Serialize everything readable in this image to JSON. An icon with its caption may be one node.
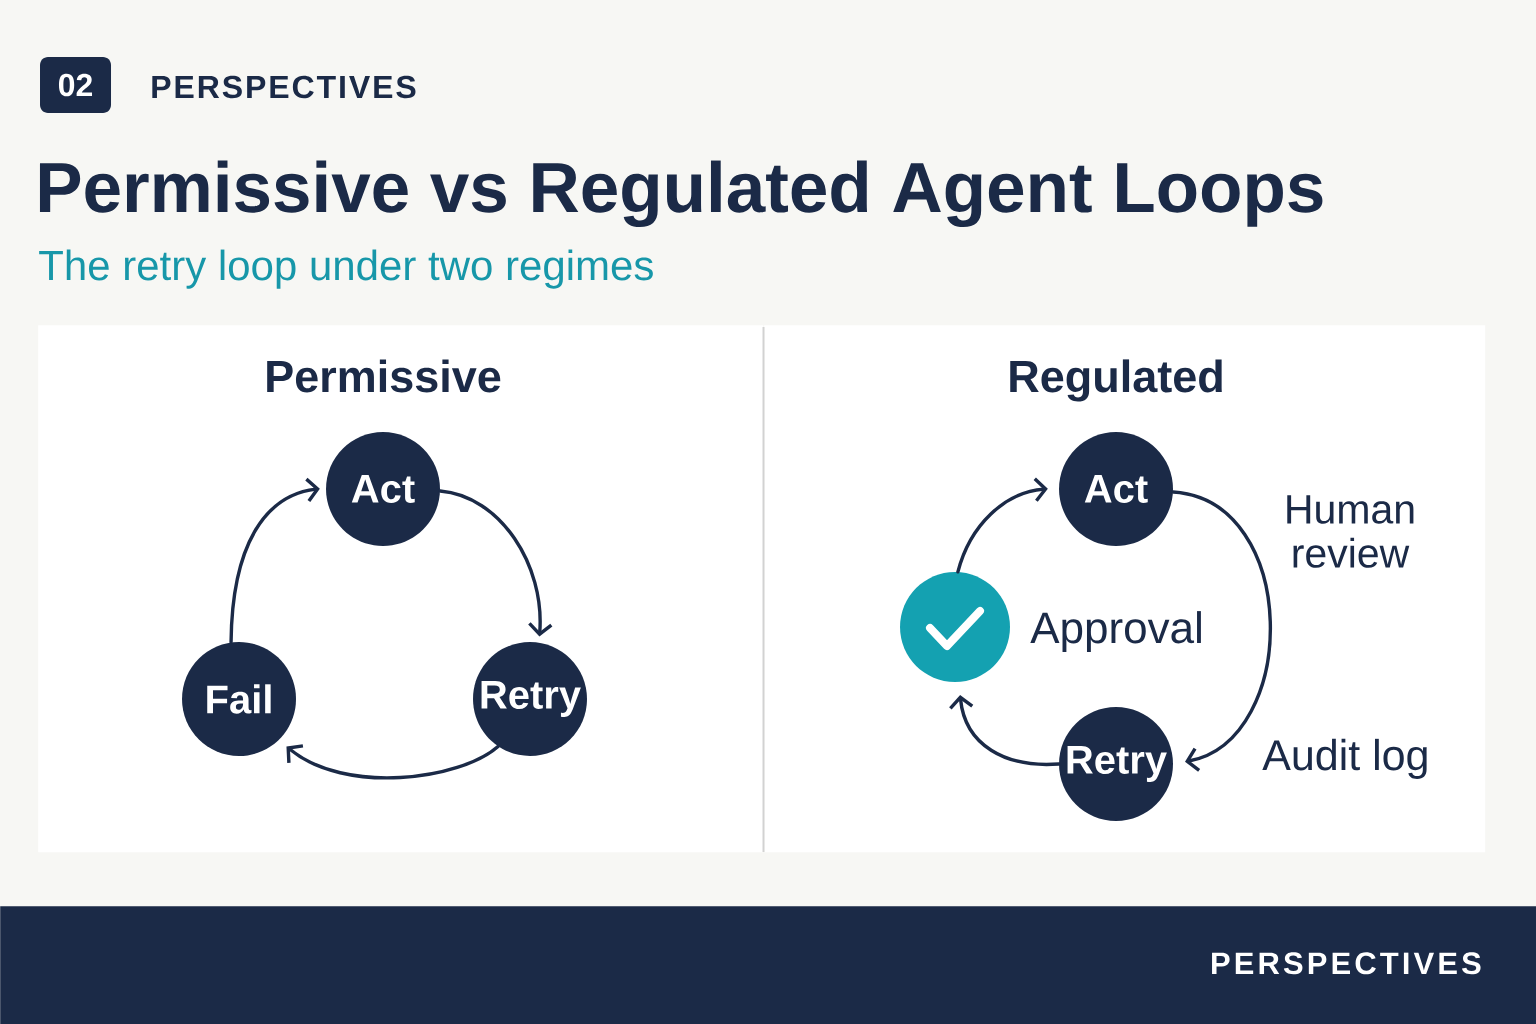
{
  "diagram": {
    "title": "Permissive vs Regulated Agent Loops",
    "nodes": [
      {
        "text": [
          "02"
        ]
      },
      {
        "text": [
          "Permissive"
        ]
      },
      {
        "text": [
          "Act"
        ],
        "in": 1
      },
      {
        "text": [
          "Retry"
        ],
        "in": 1
      },
      {
        "text": [
          "Fail"
        ],
        "in": 1
      },
      {
        "text": [
          "Regulated"
        ]
      },
      {
        "text": [
          "Act"
        ],
        "in": 5
      },
      {
        "text": [],
        "shape": "circle",
        "beside": [
          "Approval"
        ],
        "in": 5
      },
      {
        "text": [
          "Retry"
        ],
        "in": 5
      },
      {
        "text": [
          "PERSPECTIVES"
        ]
      }
    ],
    "edges": [
      {
        "from": 2,
        "to": 3,
        "arrow": "to"
      },
      {
        "from": 3,
        "to": 4,
        "arrow": "to"
      },
      {
        "from": 4,
        "to": 2,
        "arrow": "to"
      },
      {
        "from": 7,
        "to": 6,
        "arrow": "to"
      },
      {
        "from": 6,
        "to": 8,
        "arrow": "to"
      },
      {
        "from": 8,
        "to": 7,
        "arrow": "to"
      }
    ],
    "labels": [
      "PERSPECTIVES",
      "The retry loop under two regimes",
      "Human review",
      "Audit log"
    ]
  }
}
